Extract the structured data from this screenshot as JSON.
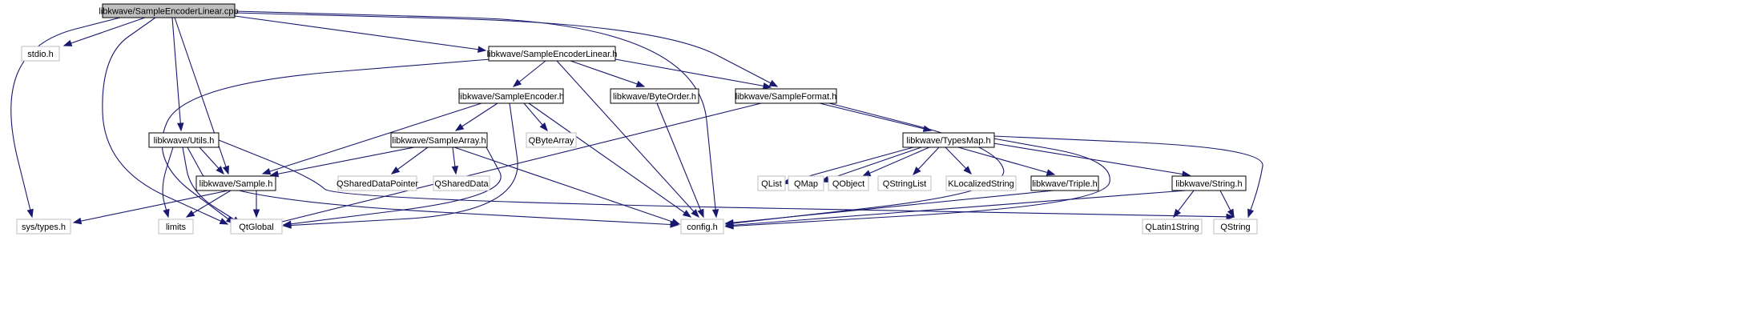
{
  "nodes": [
    {
      "id": "root",
      "label": "libkwave/SampleEncoderLinear.cpp",
      "style": "root"
    },
    {
      "id": "stdio",
      "label": "stdio.h",
      "style": "ext"
    },
    {
      "id": "sel_h",
      "label": "libkwave/SampleEncoderLinear.h",
      "style": "doc"
    },
    {
      "id": "se_h",
      "label": "libkwave/SampleEncoder.h",
      "style": "doc"
    },
    {
      "id": "byteorder",
      "label": "libkwave/ByteOrder.h",
      "style": "doc"
    },
    {
      "id": "sformat",
      "label": "libkwave/SampleFormat.h",
      "style": "doc"
    },
    {
      "id": "utils",
      "label": "libkwave/Utils.h",
      "style": "doc"
    },
    {
      "id": "sarray",
      "label": "libkwave/SampleArray.h",
      "style": "doc"
    },
    {
      "id": "qbytearray",
      "label": "QByteArray",
      "style": "ext"
    },
    {
      "id": "typesmap",
      "label": "libkwave/TypesMap.h",
      "style": "doc"
    },
    {
      "id": "sample",
      "label": "libkwave/Sample.h",
      "style": "doc"
    },
    {
      "id": "qsdp",
      "label": "QSharedDataPointer",
      "style": "ext"
    },
    {
      "id": "qsd",
      "label": "QSharedData",
      "style": "ext"
    },
    {
      "id": "qlist",
      "label": "QList",
      "style": "ext"
    },
    {
      "id": "qmap",
      "label": "QMap",
      "style": "ext"
    },
    {
      "id": "qobject",
      "label": "QObject",
      "style": "ext"
    },
    {
      "id": "qstringlist",
      "label": "QStringList",
      "style": "ext"
    },
    {
      "id": "klocalized",
      "label": "KLocalizedString",
      "style": "ext"
    },
    {
      "id": "triple",
      "label": "libkwave/Triple.h",
      "style": "doc"
    },
    {
      "id": "string",
      "label": "libkwave/String.h",
      "style": "doc"
    },
    {
      "id": "systypes",
      "label": "sys/types.h",
      "style": "ext"
    },
    {
      "id": "limits",
      "label": "limits",
      "style": "ext"
    },
    {
      "id": "qtglobal",
      "label": "QtGlobal",
      "style": "ext"
    },
    {
      "id": "config",
      "label": "config.h",
      "style": "ext"
    },
    {
      "id": "qlatin1",
      "label": "QLatin1String",
      "style": "ext"
    },
    {
      "id": "qstring",
      "label": "QString",
      "style": "ext"
    }
  ],
  "edges": [
    [
      "root",
      "stdio"
    ],
    [
      "root",
      "sel_h"
    ],
    [
      "root",
      "sformat"
    ],
    [
      "root",
      "utils"
    ],
    [
      "root",
      "sample"
    ],
    [
      "root",
      "systypes"
    ],
    [
      "root",
      "qtglobal"
    ],
    [
      "root",
      "config"
    ],
    [
      "sel_h",
      "se_h"
    ],
    [
      "sel_h",
      "byteorder"
    ],
    [
      "sel_h",
      "sformat"
    ],
    [
      "sel_h",
      "qtglobal"
    ],
    [
      "sel_h",
      "config"
    ],
    [
      "se_h",
      "sarray"
    ],
    [
      "se_h",
      "qbytearray"
    ],
    [
      "se_h",
      "sample"
    ],
    [
      "se_h",
      "qtglobal"
    ],
    [
      "se_h",
      "config"
    ],
    [
      "byteorder",
      "config"
    ],
    [
      "sformat",
      "typesmap"
    ],
    [
      "sformat",
      "qtglobal"
    ],
    [
      "sformat",
      "config"
    ],
    [
      "utils",
      "sample"
    ],
    [
      "utils",
      "limits"
    ],
    [
      "utils",
      "qtglobal"
    ],
    [
      "utils",
      "config"
    ],
    [
      "utils",
      "qstring"
    ],
    [
      "sarray",
      "sample"
    ],
    [
      "sarray",
      "qsdp"
    ],
    [
      "sarray",
      "qsd"
    ],
    [
      "sarray",
      "qtglobal"
    ],
    [
      "sarray",
      "config"
    ],
    [
      "sample",
      "systypes"
    ],
    [
      "sample",
      "limits"
    ],
    [
      "sample",
      "qtglobal"
    ],
    [
      "typesmap",
      "qlist"
    ],
    [
      "typesmap",
      "qmap"
    ],
    [
      "typesmap",
      "qobject"
    ],
    [
      "typesmap",
      "qstringlist"
    ],
    [
      "typesmap",
      "klocalized"
    ],
    [
      "typesmap",
      "triple"
    ],
    [
      "typesmap",
      "string"
    ],
    [
      "typesmap",
      "config"
    ],
    [
      "typesmap",
      "qstring"
    ],
    [
      "triple",
      "config"
    ],
    [
      "string",
      "qlatin1"
    ],
    [
      "string",
      "qstring"
    ],
    [
      "string",
      "config"
    ]
  ]
}
